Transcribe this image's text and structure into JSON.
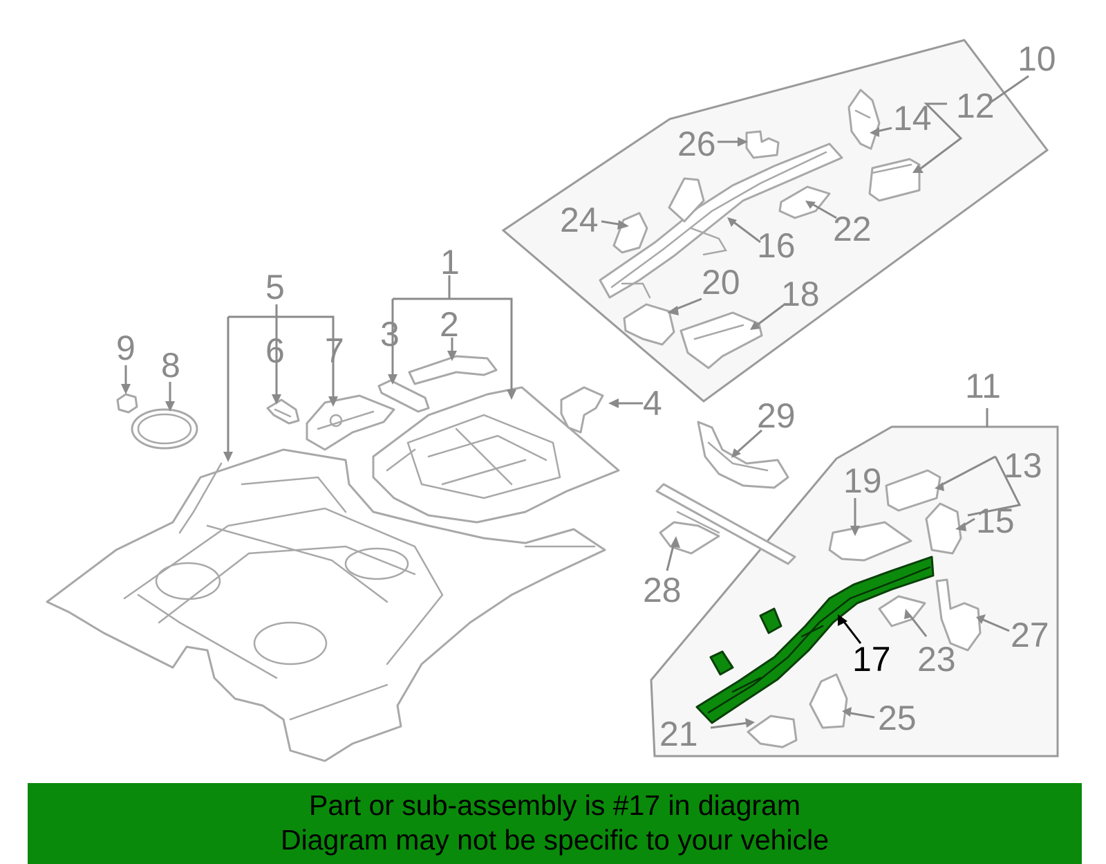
{
  "callouts": {
    "c1": "1",
    "c2": "2",
    "c3": "3",
    "c4": "4",
    "c5": "5",
    "c6": "6",
    "c7": "7",
    "c8": "8",
    "c9": "9",
    "c10": "10",
    "c11": "11",
    "c12": "12",
    "c13": "13",
    "c14": "14",
    "c15": "15",
    "c16": "16",
    "c17": "17",
    "c18": "18",
    "c19": "19",
    "c20": "20",
    "c21": "21",
    "c22": "22",
    "c23": "23",
    "c24": "24",
    "c25": "25",
    "c26": "26",
    "c27": "27",
    "c28": "28",
    "c29": "29"
  },
  "highlight_part": "17",
  "colors": {
    "highlight": "#0c8a0c",
    "banner": "#0a8a0a",
    "line_art": "#a8a8a8"
  },
  "banner": {
    "line1": "Part or sub-assembly is #17 in diagram",
    "line2": "Diagram may not be specific to your vehicle"
  }
}
